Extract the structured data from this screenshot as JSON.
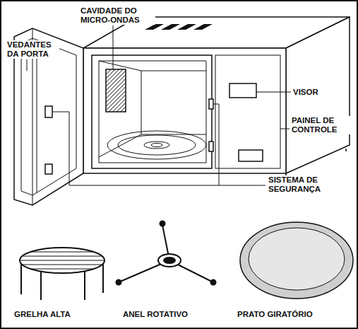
{
  "diagram": {
    "labels": [
      "CAVIDADE DO MICRO-ONDAS",
      "VEDANTES DA PORTA",
      "VISOR",
      "PAINEL DE CONTROLE",
      "SISTEMA DE SEGURANÇA",
      "GRELHA ALTA",
      "ANEL ROTATIVO",
      "PRATO GIRATÓRIO"
    ]
  }
}
